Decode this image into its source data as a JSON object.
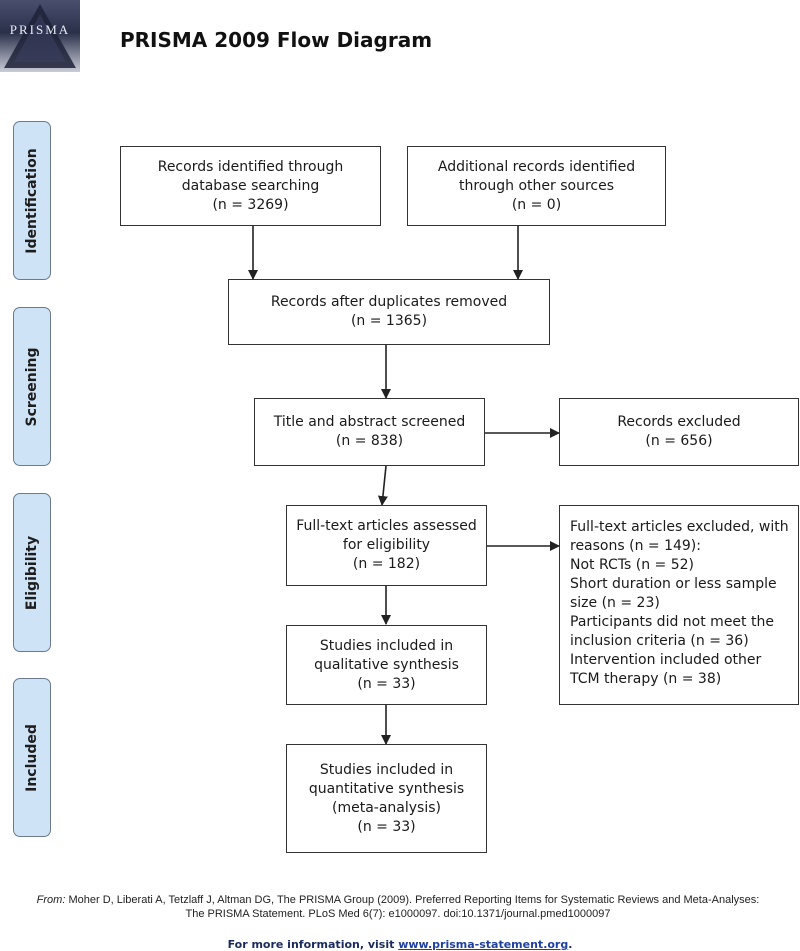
{
  "logo": {
    "text": "PRISMA"
  },
  "title": "PRISMA 2009 Flow Diagram",
  "stages": {
    "identification": "Identification",
    "screening": "Screening",
    "eligibility": "Eligibility",
    "included": "Included"
  },
  "boxes": {
    "db_search": [
      "Records identified through",
      "database searching",
      "(n = 3269)"
    ],
    "other_sources": [
      "Additional records identified",
      "through other sources",
      "(n = 0)"
    ],
    "duplicates_removed": [
      "Records after duplicates removed",
      "(n = 1365)"
    ],
    "screened": [
      "Title and abstract screened",
      "(n = 838)"
    ],
    "excluded": [
      "Records excluded",
      "(n = 656)"
    ],
    "fulltext_assessed": [
      "Full-text articles assessed",
      "for eligibility",
      "(n = 182)"
    ],
    "fulltext_excluded": [
      "Full-text articles excluded, with",
      "reasons (n = 149):",
      "Not RCTs (n = 52)",
      "Short duration or less sample",
      "size (n = 23)",
      "Participants did not meet the",
      "inclusion criteria (n = 36)",
      "Intervention included other",
      "TCM therapy (n = 38)"
    ],
    "qualitative": [
      "Studies included in",
      "qualitative synthesis",
      "(n = 33)"
    ],
    "quantitative": [
      "Studies included in",
      "quantitative synthesis",
      "(meta-analysis)",
      "(n = 33)"
    ]
  },
  "citation": {
    "from_label": "From:",
    "authors": "Moher D, Liberati A, Tetzlaff J, Altman DG, The PRISMA Group (2009).",
    "title_text": "Preferred Reporting Items for Systematic Reviews and Meta-Analyses: The PRISMA Statement.",
    "journal": "PLoS Med 6(7): e1000097. doi:10.1371/journal.pmed1000097"
  },
  "footer": {
    "prefix": "For more information, visit ",
    "link": "www.prisma-statement.org",
    "suffix": "."
  }
}
